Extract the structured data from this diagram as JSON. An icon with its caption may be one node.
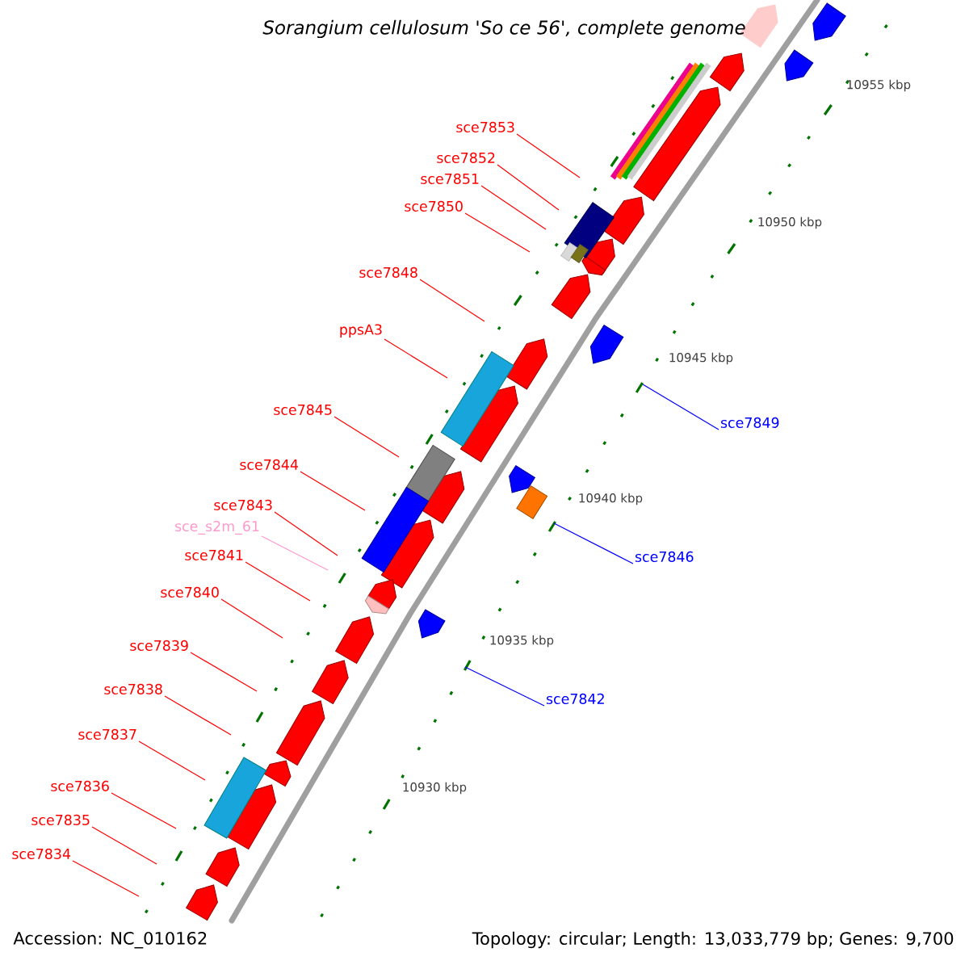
{
  "diagram": {
    "title": "Sorangium cellulosum 'So ce 56', complete genome",
    "nodes": [
      {
        "text": [
          "sce7853"
        ]
      },
      {
        "text": [
          "sce7852"
        ]
      },
      {
        "text": [
          "sce7851"
        ]
      },
      {
        "text": [
          "sce7850"
        ]
      },
      {
        "text": [
          "sce7848"
        ]
      },
      {
        "text": [
          "ppsA3"
        ]
      },
      {
        "text": [
          "sce7845"
        ]
      },
      {
        "text": [
          "sce7849"
        ]
      },
      {
        "text": [
          "sce7844"
        ]
      },
      {
        "text": [
          "sce7843"
        ]
      },
      {
        "text": [
          "sce_s2m_61"
        ]
      },
      {
        "text": [
          "sce7841"
        ]
      },
      {
        "text": [
          "sce7846"
        ]
      },
      {
        "text": [
          "sce7840"
        ]
      },
      {
        "text": [
          "sce7839"
        ]
      },
      {
        "text": [
          "sce7838"
        ]
      },
      {
        "text": [
          "sce7842"
        ]
      },
      {
        "text": [
          "sce7837"
        ]
      },
      {
        "text": [
          "sce7836"
        ]
      },
      {
        "text": [
          "sce7835"
        ]
      },
      {
        "text": [
          "sce7834"
        ]
      }
    ],
    "edges": [
      {
        "from": 0,
        "to": null,
        "arrow": "none"
      },
      {
        "from": 1,
        "to": null,
        "arrow": "none"
      },
      {
        "from": 2,
        "to": null,
        "arrow": "none"
      },
      {
        "from": 3,
        "to": null,
        "arrow": "none"
      },
      {
        "from": 4,
        "to": null,
        "arrow": "none"
      },
      {
        "from": 5,
        "to": null,
        "arrow": "none"
      },
      {
        "from": 6,
        "to": null,
        "arrow": "none"
      },
      {
        "from": 7,
        "to": null,
        "arrow": "none",
        "color": "#0000ff"
      },
      {
        "from": 8,
        "to": null,
        "arrow": "none"
      },
      {
        "from": 9,
        "to": null,
        "arrow": "none"
      },
      {
        "from": 10,
        "to": null,
        "arrow": "none",
        "color": "#ff99cc"
      },
      {
        "from": 11,
        "to": null,
        "arrow": "none"
      },
      {
        "from": 12,
        "to": null,
        "arrow": "none",
        "color": "#0000ff"
      },
      {
        "from": 13,
        "to": null,
        "arrow": "none"
      },
      {
        "from": 14,
        "to": null,
        "arrow": "none"
      },
      {
        "from": 15,
        "to": null,
        "arrow": "none"
      },
      {
        "from": 16,
        "to": null,
        "arrow": "none",
        "color": "#0000ff"
      },
      {
        "from": 17,
        "to": null,
        "arrow": "none"
      },
      {
        "from": 18,
        "to": null,
        "arrow": "none"
      },
      {
        "from": 19,
        "to": null,
        "arrow": "none"
      },
      {
        "from": 20,
        "to": null,
        "arrow": "none"
      }
    ],
    "labels": [
      "10955 kbp",
      "10950 kbp",
      "10945 kbp",
      "10940 kbp",
      "10935 kbp",
      "10930 kbp",
      "Accession: NC_010162",
      "Topology: circular; Length: 13,033,779 bp; Genes: 9,700"
    ]
  }
}
